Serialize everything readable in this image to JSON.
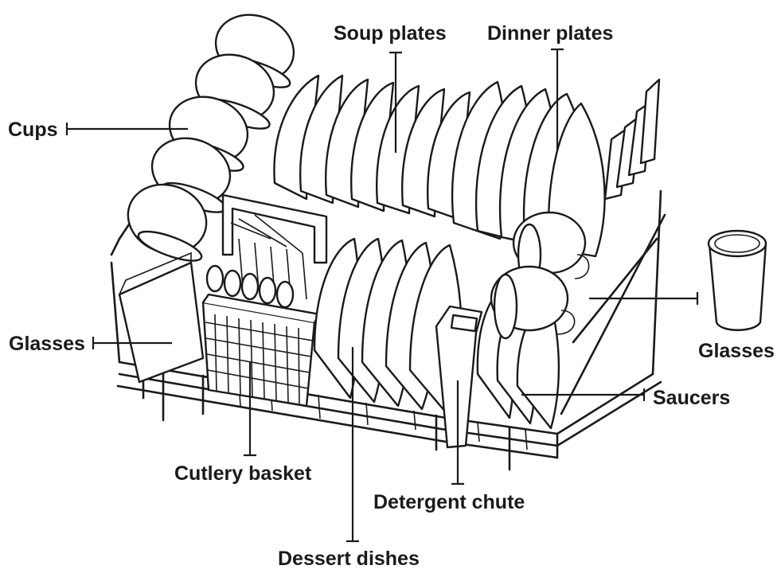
{
  "labels": {
    "cups": "Cups",
    "glasses_left": "Glasses",
    "soup_plates": "Soup plates",
    "dinner_plates": "Dinner plates",
    "glasses_right": "Glasses",
    "saucers": "Saucers",
    "cutlery_basket": "Cutlery basket",
    "detergent_chute": "Detergent chute",
    "dessert_dishes": "Dessert dishes"
  },
  "colors": {
    "ink": "#1a1a1a",
    "background": "#ffffff"
  }
}
